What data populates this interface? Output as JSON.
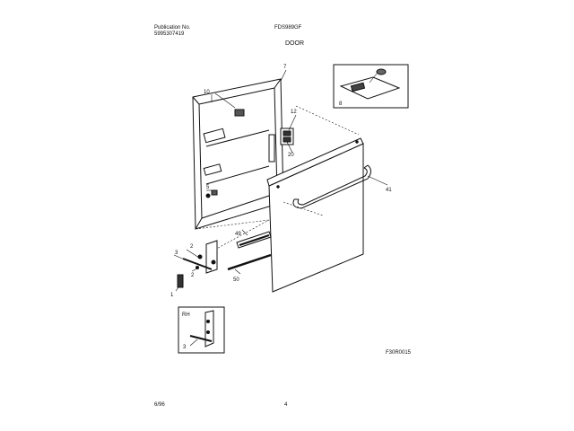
{
  "header": {
    "publication_label": "Publication No.",
    "publication_number": "5995307419",
    "model": "FDS989GF",
    "section": "DOOR"
  },
  "callouts": {
    "c1": "1",
    "c2a": "2",
    "c2b": "2",
    "c3": "3",
    "c5": "5",
    "c7": "7",
    "c8": "8",
    "c10": "10",
    "c12": "12",
    "c20": "20",
    "c41": "41",
    "c49": "49",
    "c50": "50",
    "inset_rh": "RH",
    "inset_3": "3"
  },
  "footer": {
    "figure_code": "F30R0015",
    "date": "6/96",
    "page": "4"
  }
}
